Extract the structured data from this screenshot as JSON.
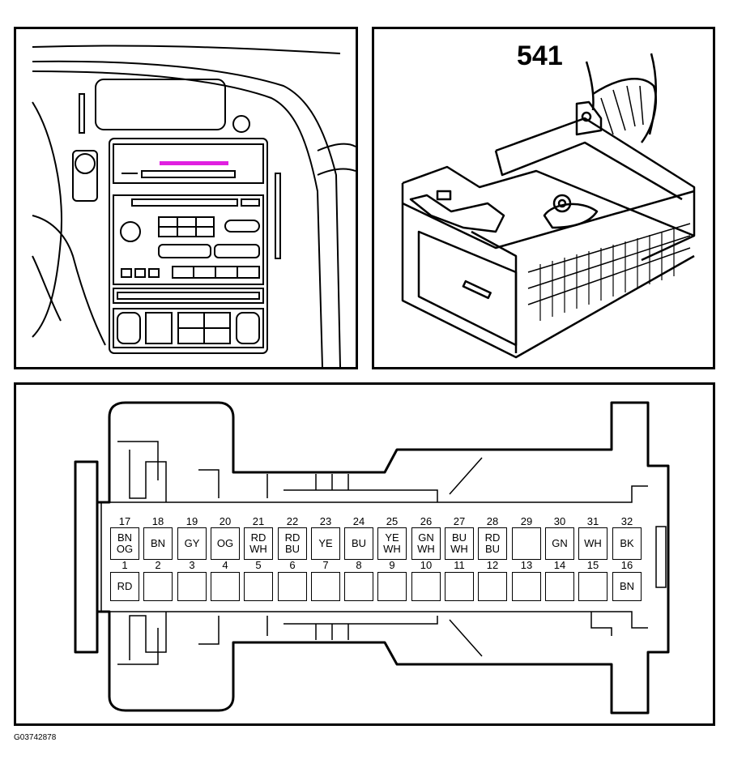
{
  "connector_label": "541",
  "figure_id": "G03742878",
  "pins_top": [
    {
      "num": "17",
      "wire": "BN\nOG"
    },
    {
      "num": "18",
      "wire": "BN"
    },
    {
      "num": "19",
      "wire": "GY"
    },
    {
      "num": "20",
      "wire": "OG"
    },
    {
      "num": "21",
      "wire": "RD\nWH"
    },
    {
      "num": "22",
      "wire": "RD\nBU"
    },
    {
      "num": "23",
      "wire": "YE"
    },
    {
      "num": "24",
      "wire": "BU"
    },
    {
      "num": "25",
      "wire": "YE\nWH"
    },
    {
      "num": "26",
      "wire": "GN\nWH"
    },
    {
      "num": "27",
      "wire": "BU\nWH"
    },
    {
      "num": "28",
      "wire": "RD\nBU"
    },
    {
      "num": "29",
      "wire": ""
    },
    {
      "num": "30",
      "wire": "GN"
    },
    {
      "num": "31",
      "wire": "WH"
    },
    {
      "num": "32",
      "wire": "BK"
    }
  ],
  "pins_bottom": [
    {
      "num": "1",
      "wire": "RD"
    },
    {
      "num": "2",
      "wire": ""
    },
    {
      "num": "3",
      "wire": ""
    },
    {
      "num": "4",
      "wire": ""
    },
    {
      "num": "5",
      "wire": ""
    },
    {
      "num": "6",
      "wire": ""
    },
    {
      "num": "7",
      "wire": ""
    },
    {
      "num": "8",
      "wire": ""
    },
    {
      "num": "9",
      "wire": ""
    },
    {
      "num": "10",
      "wire": ""
    },
    {
      "num": "11",
      "wire": ""
    },
    {
      "num": "12",
      "wire": ""
    },
    {
      "num": "13",
      "wire": ""
    },
    {
      "num": "14",
      "wire": ""
    },
    {
      "num": "15",
      "wire": ""
    },
    {
      "num": "16",
      "wire": "BN"
    }
  ],
  "colors": {
    "highlight": "#e020e0",
    "line": "#000000"
  }
}
